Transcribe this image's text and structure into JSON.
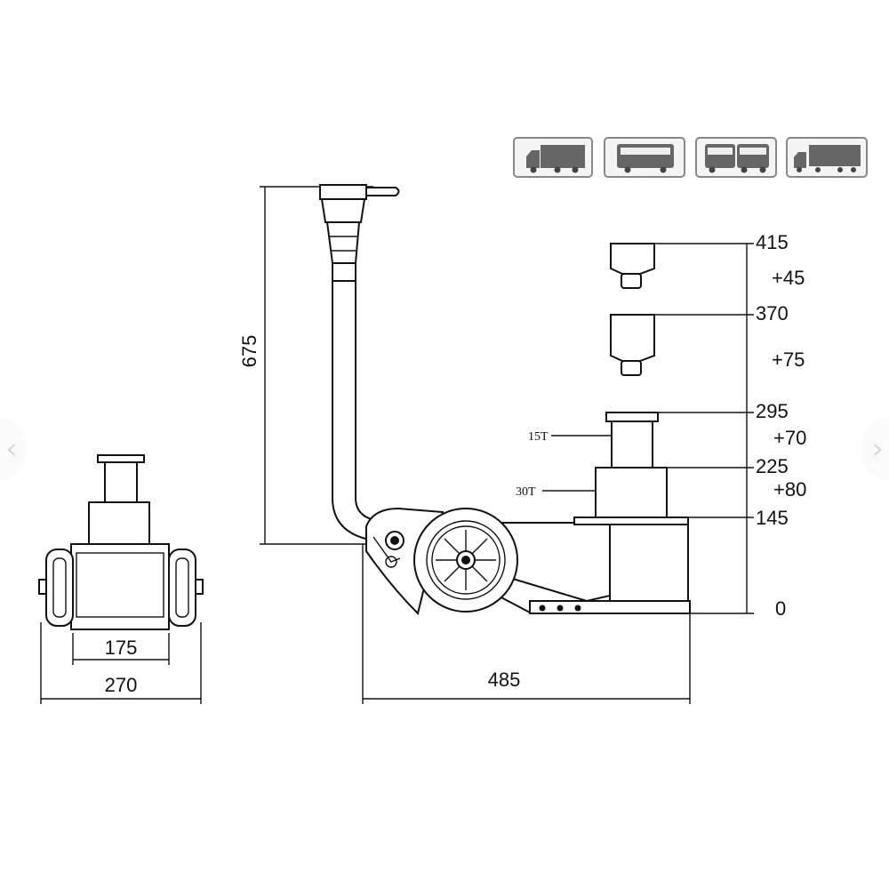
{
  "vehicle_icons": [
    {
      "name": "truck-icon"
    },
    {
      "name": "bus-icon"
    },
    {
      "name": "articulated-bus-icon"
    },
    {
      "name": "trailer-truck-icon"
    }
  ],
  "dimensions": {
    "side_height": "675",
    "base_width": "485",
    "front_total_width": "270",
    "front_wheel_track": "175",
    "heights": [
      "415",
      "370",
      "295",
      "225",
      "145",
      "0"
    ],
    "increments": [
      "+45",
      "+75",
      "+70",
      "+80"
    ]
  },
  "stage_labels": {
    "stage_15t": "15T",
    "stage_30t": "30T"
  },
  "nav": {
    "prev": "‹",
    "next": "›"
  }
}
